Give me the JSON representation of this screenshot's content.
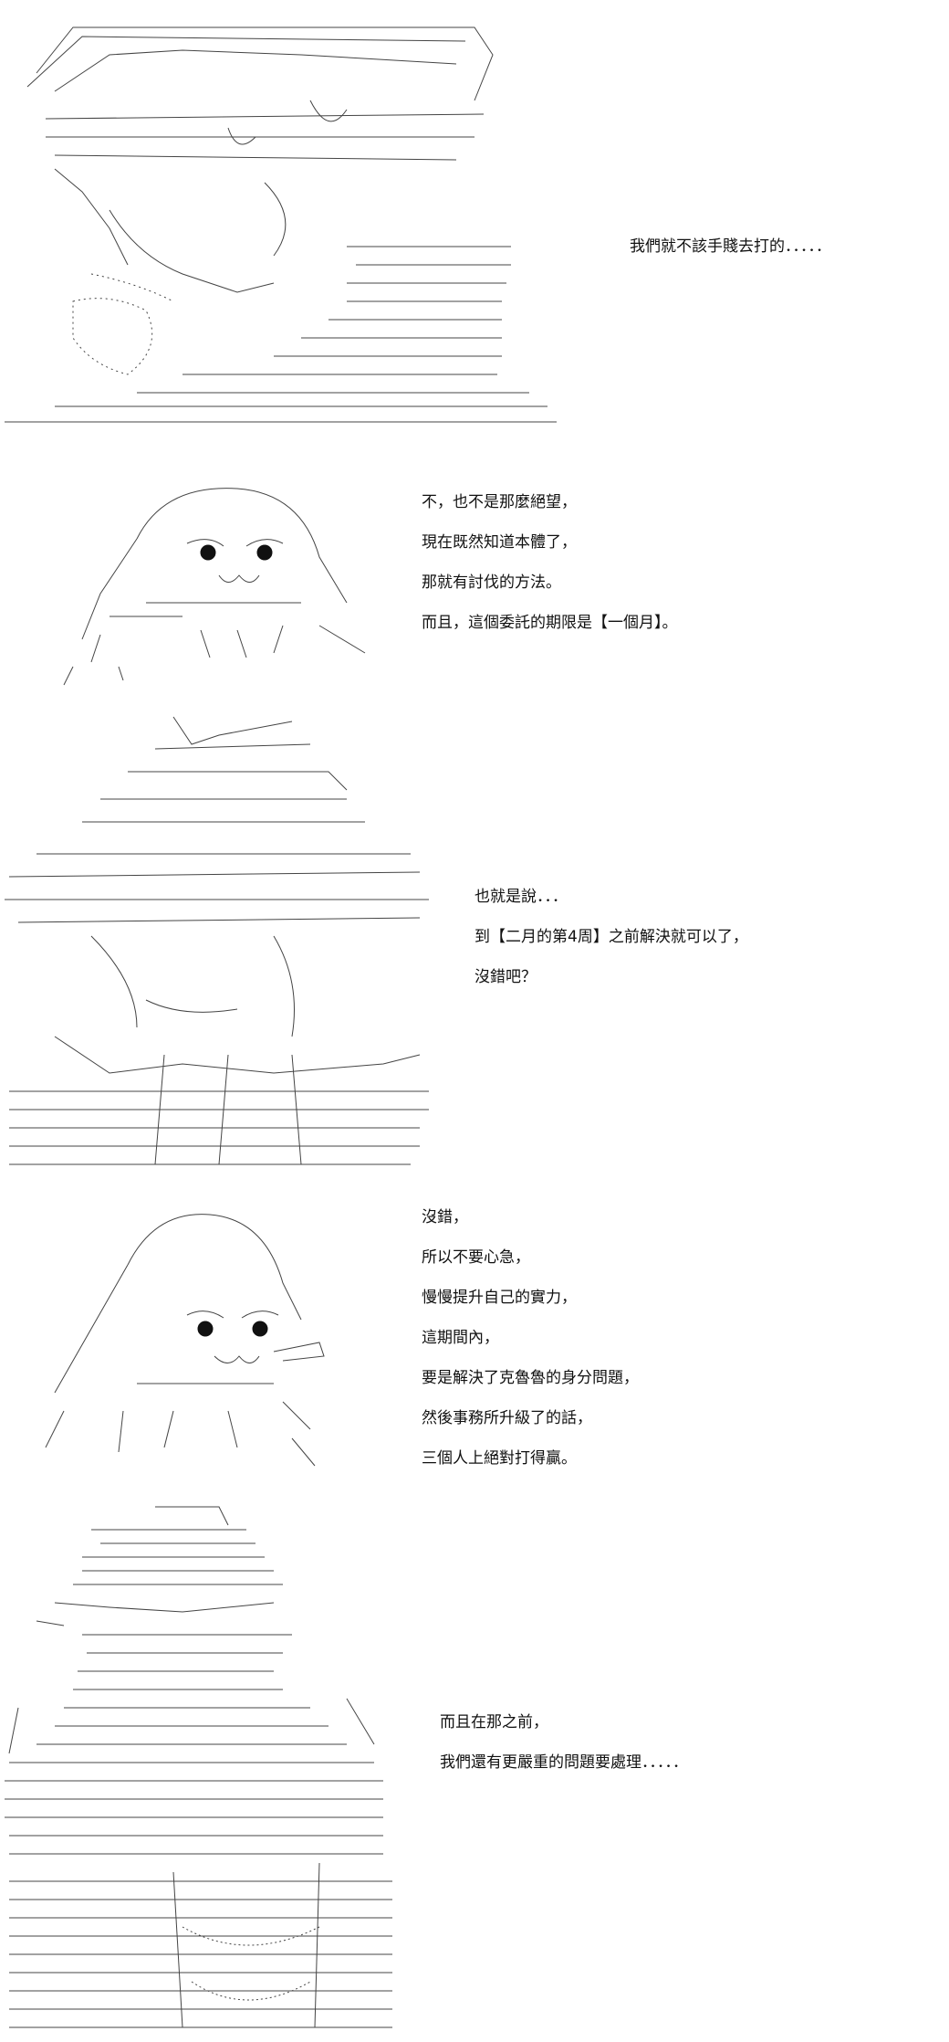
{
  "panels": [
    {
      "lines": [
        "我們就不該手賤去打的．．．．．"
      ]
    },
    {
      "lines": [
        "不，也不是那麼絕望，",
        "現在既然知道本體了，",
        "那就有討伐的方法。",
        "而且，這個委託的期限是【一個月】。"
      ]
    },
    {
      "lines": [
        "也就是說．．．",
        "到【二月的第4周】之前解決就可以了，",
        "沒錯吧？"
      ]
    },
    {
      "lines": [
        "沒錯，",
        "所以不要心急，",
        "慢慢提升自己的實力，",
        "這期間內，",
        "要是解決了克魯魯的身分問題，",
        "然後事務所升級了的話，",
        "三個人上絕對打得贏。"
      ]
    },
    {
      "lines": [
        "而且在那之前，",
        "我們還有更嚴重的問題要處理．．．．．"
      ]
    }
  ]
}
